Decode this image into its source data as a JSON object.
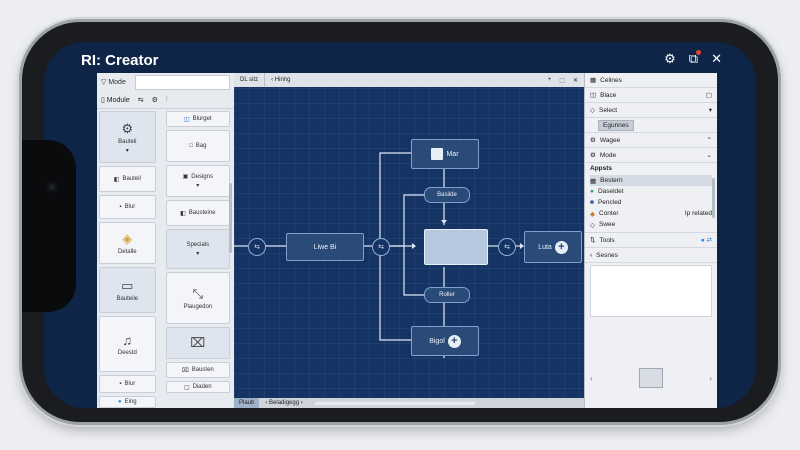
{
  "app": {
    "title": "RI: Creator"
  },
  "window_controls": [
    "⚙",
    "⧉",
    "✕"
  ],
  "left_panel": {
    "mode_label": "Mode",
    "module_label": "Module",
    "module_icons": [
      "⇆",
      "⚙",
      "⫶"
    ],
    "col1": [
      {
        "label": "Bauteil",
        "icon": "⚙"
      },
      {
        "label": "Bauteil",
        "icon": "◧"
      },
      {
        "label": "Blur"
      },
      {
        "label": "Detalle",
        "icon": "◈"
      },
      {
        "label": "Bauteile",
        "icon": "▭"
      },
      {
        "label": "Deestd",
        "icon": "♫"
      },
      {
        "label": "Blur"
      },
      {
        "label": "Eing"
      }
    ],
    "col2": [
      {
        "label": "Blurget",
        "icon": "◫"
      },
      {
        "label": "Bag",
        "icon": "□"
      },
      {
        "label": "Designs",
        "icon": "▣"
      },
      {
        "label": "Bausteine",
        "icon": "◧"
      },
      {
        "label": "Specials"
      },
      {
        "label": "Plaugedon",
        "icon": "⤡"
      },
      {
        "label": "Bausten",
        "icon": "⌧"
      },
      {
        "label": "Diaden",
        "icon": "▢"
      }
    ]
  },
  "canvas": {
    "tabs": {
      "tab1": "DL sitz",
      "tab2": "Hiring",
      "controls": [
        "+",
        "⬚",
        "✕"
      ]
    },
    "nodes": {
      "top": "Mar",
      "upper_small": "Basilde",
      "left_input": "Liwe Bi",
      "right_output": "Luta",
      "lower_small": "Roller",
      "bottom": "Bigol"
    },
    "circles": [
      "⇆",
      "⇆",
      "⇆"
    ],
    "bottom_tabs": {
      "b1": "Plaub",
      "b2": "Beladigegg"
    }
  },
  "right_panel": {
    "rows": [
      {
        "icon": "▦",
        "label": "Celines",
        "ctrl": ""
      },
      {
        "icon": "◫",
        "label": "Blace",
        "ctrl": "▢"
      },
      {
        "icon": "◇",
        "label": "Select",
        "ctrl": "▾"
      },
      {
        "icon": "",
        "label": "Egunnes",
        "ctrl": ""
      },
      {
        "icon": "⚙",
        "label": "Wagee",
        "ctrl": "⌃"
      },
      {
        "icon": "⚙",
        "label": "Mode",
        "ctrl": "⌄"
      }
    ],
    "assets_header": "Appsts",
    "assets": [
      {
        "icon": "▦",
        "label": "Bestern",
        "extra": ""
      },
      {
        "icon": "●",
        "label": "Daseldet",
        "extra": ""
      },
      {
        "icon": "■",
        "label": "Pencled",
        "extra": ""
      },
      {
        "icon": "◆",
        "label": "Conter",
        "extra": "Ip related"
      },
      {
        "icon": "◇",
        "label": "Swee",
        "extra": ""
      }
    ],
    "tools_header": "Tools",
    "tools_ctrl": "●  ⇄",
    "tool_item": "Sesnes",
    "bottom_arrows": [
      "‹",
      "›"
    ]
  },
  "colors": {
    "canvas": "#163463",
    "node": "#2a4a78",
    "accent": "#7da0cf"
  }
}
